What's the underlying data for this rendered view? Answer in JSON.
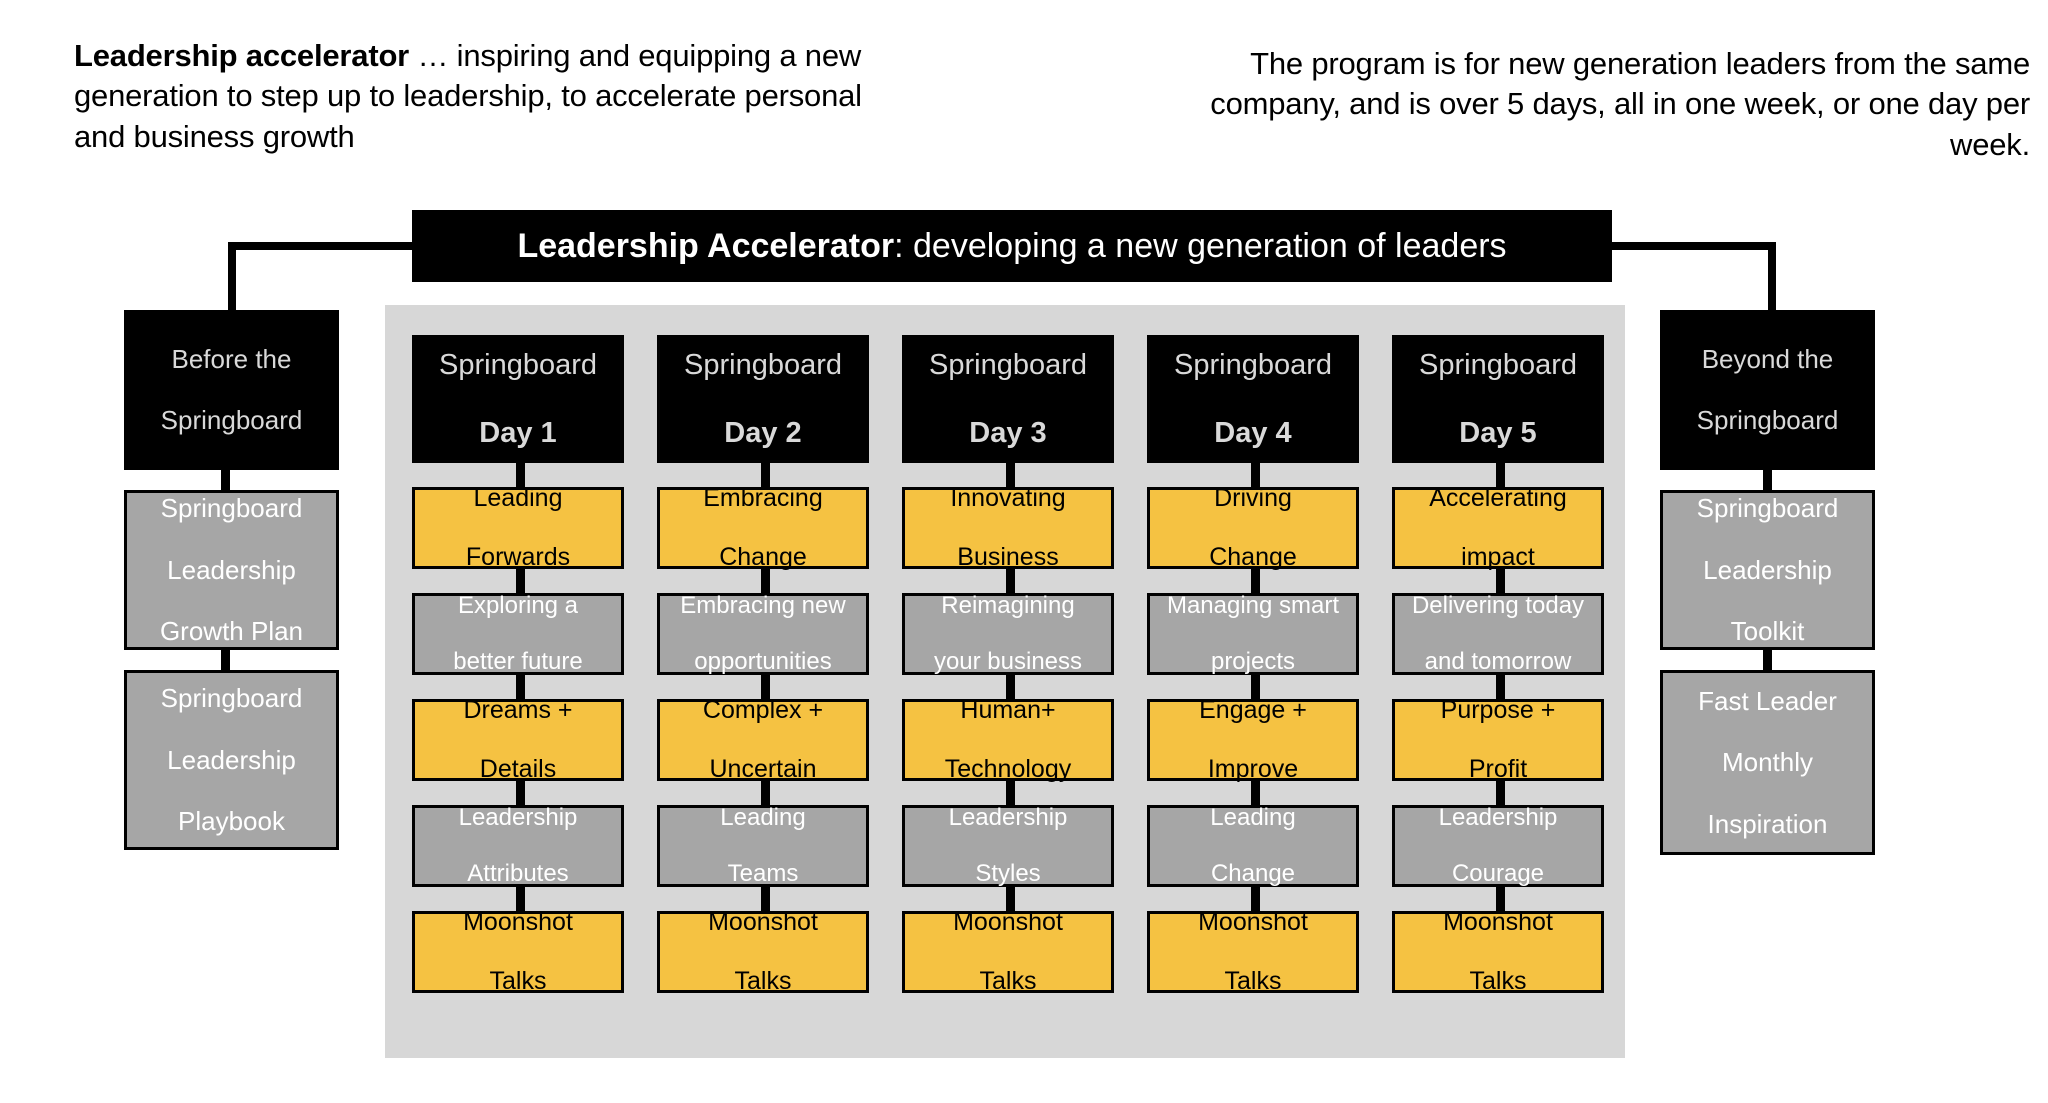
{
  "header": {
    "left_lead": "Leadership accelerator",
    "left_rest": " … inspiring and equipping a new generation to step up to leadership, to accelerate personal and business growth",
    "right": "The program is for new generation leaders from the same company, and is over 5 days, all in one week, or one day per week."
  },
  "title": {
    "strong": "Leadership Accelerator",
    "rest": " : developing a new generation of leaders"
  },
  "colors": {
    "black": "#000000",
    "yellow": "#f5c242",
    "gray": "#a6a6a6",
    "panel": "#d7d7d7",
    "page": "#ffffff"
  },
  "before": {
    "head": {
      "line1": "Before the",
      "line2": "Springboard"
    },
    "items": [
      {
        "line1": "Springboard",
        "line2": "Leadership",
        "line3": "Growth Plan"
      },
      {
        "line1": "Springboard",
        "line2": "Leadership",
        "line3": "Playbook"
      }
    ]
  },
  "beyond": {
    "head": {
      "line1": "Beyond the",
      "line2": "Springboard"
    },
    "items": [
      {
        "line1": "Springboard",
        "line2": "Leadership",
        "line3": "Toolkit"
      },
      {
        "line1": "Fast Leader",
        "line2": "Monthly",
        "line3": "Inspiration"
      }
    ]
  },
  "days": [
    {
      "head_line1": "Springboard",
      "head_line2": "Day 1",
      "cells": [
        {
          "style": "yellow",
          "line1": "Leading",
          "line2": "Forwards"
        },
        {
          "style": "gray",
          "line1": "Exploring a",
          "line2": "better future"
        },
        {
          "style": "yellow",
          "line1": "Dreams +",
          "line2": "Details"
        },
        {
          "style": "gray",
          "line1": "Leadership",
          "line2": "Attributes"
        },
        {
          "style": "yellow",
          "line1": "Moonshot",
          "line2": "Talks"
        }
      ]
    },
    {
      "head_line1": "Springboard",
      "head_line2": "Day 2",
      "cells": [
        {
          "style": "yellow",
          "line1": "Embracing",
          "line2": "Change"
        },
        {
          "style": "gray",
          "line1": "Embracing new",
          "line2": "opportunities"
        },
        {
          "style": "yellow",
          "line1": "Complex +",
          "line2": "Uncertain"
        },
        {
          "style": "gray",
          "line1": "Leading",
          "line2": "Teams"
        },
        {
          "style": "yellow",
          "line1": "Moonshot",
          "line2": "Talks"
        }
      ]
    },
    {
      "head_line1": "Springboard",
      "head_line2": "Day 3",
      "cells": [
        {
          "style": "yellow",
          "line1": "Innovating",
          "line2": "Business"
        },
        {
          "style": "gray",
          "line1": "Reimagining",
          "line2": "your business"
        },
        {
          "style": "yellow",
          "line1": "Human+",
          "line2": "Technology"
        },
        {
          "style": "gray",
          "line1": "Leadership",
          "line2": "Styles"
        },
        {
          "style": "yellow",
          "line1": "Moonshot",
          "line2": "Talks"
        }
      ]
    },
    {
      "head_line1": "Springboard",
      "head_line2": "Day 4",
      "cells": [
        {
          "style": "yellow",
          "line1": "Driving",
          "line2": "Change"
        },
        {
          "style": "gray",
          "line1": "Managing smart",
          "line2": "projects"
        },
        {
          "style": "yellow",
          "line1": "Engage +",
          "line2": "Improve"
        },
        {
          "style": "gray",
          "line1": "Leading",
          "line2": "Change"
        },
        {
          "style": "yellow",
          "line1": "Moonshot",
          "line2": "Talks"
        }
      ]
    },
    {
      "head_line1": "Springboard",
      "head_line2": "Day 5",
      "cells": [
        {
          "style": "yellow",
          "line1": "Accelerating",
          "line2": "impact"
        },
        {
          "style": "gray",
          "line1": "Delivering today",
          "line2": "and tomorrow"
        },
        {
          "style": "yellow",
          "line1": "Purpose +",
          "line2": "Profit"
        },
        {
          "style": "gray",
          "line1": "Leadership",
          "line2": "Courage"
        },
        {
          "style": "yellow",
          "line1": "Moonshot",
          "line2": "Talks"
        }
      ]
    }
  ]
}
